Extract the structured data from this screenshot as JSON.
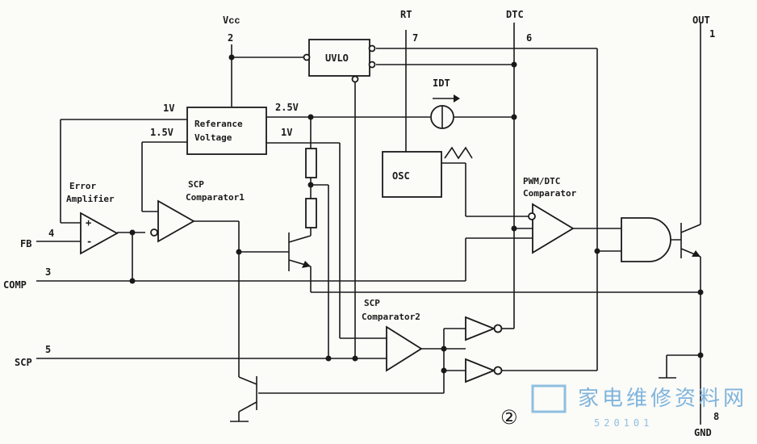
{
  "pins": {
    "vcc_name": "Vᴄᴄ",
    "vcc_num": "2",
    "rt_name": "RT",
    "rt_num": "7",
    "dtc_name": "DTC",
    "dtc_num": "6",
    "out_name": "OUT",
    "out_num": "1",
    "fb_name": "FB",
    "fb_num": "4",
    "comp_name": "COMP",
    "comp_num": "3",
    "scp_name": "SCP",
    "scp_num": "5",
    "gnd_name": "GND",
    "gnd_num": "8"
  },
  "blocks": {
    "uvlo": "UVLO",
    "ref_line1": "Referance",
    "ref_line2": "Voltage",
    "osc": "OSC",
    "idt": "IDT",
    "error_amp_line1": "Error",
    "error_amp_line2": "Amplifier",
    "scp_comp1_line1": "SCP",
    "scp_comp1_line2": "Comparator1",
    "scp_comp2_line1": "SCP",
    "scp_comp2_line2": "Comparator2",
    "pwm_line1": "PWM/DTC",
    "pwm_line2": "Comparator"
  },
  "voltages": {
    "v1_left": "1V",
    "v1_5": "1.5V",
    "v2_5": "2.5V",
    "v1_right": "1V"
  },
  "opamp": {
    "plus": "+",
    "minus": "-"
  },
  "figure_mark": "②",
  "watermark": {
    "cn": "家电维修资料网",
    "url": "520101"
  }
}
